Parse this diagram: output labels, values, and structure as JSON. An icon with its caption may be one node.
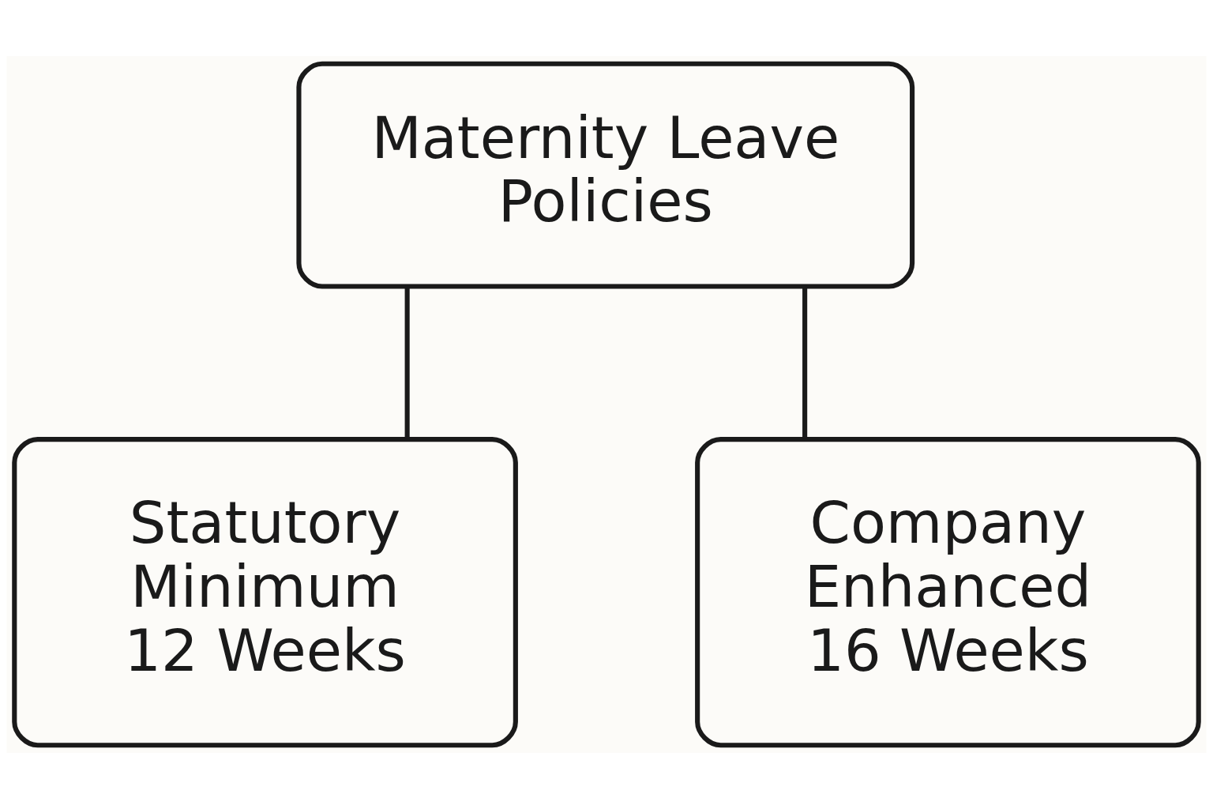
{
  "diagram": {
    "nodes": [
      {
        "text": [
          "Maternity Leave Policies"
        ]
      },
      {
        "text": [
          "Statutory Minimum",
          "12 Weeks"
        ]
      },
      {
        "text": [
          "Company Enhanced",
          "16 Weeks"
        ]
      }
    ],
    "edges": [
      {
        "from": 0,
        "to": 1,
        "arrow": "none"
      },
      {
        "from": 0,
        "to": 2,
        "arrow": "none"
      }
    ]
  }
}
